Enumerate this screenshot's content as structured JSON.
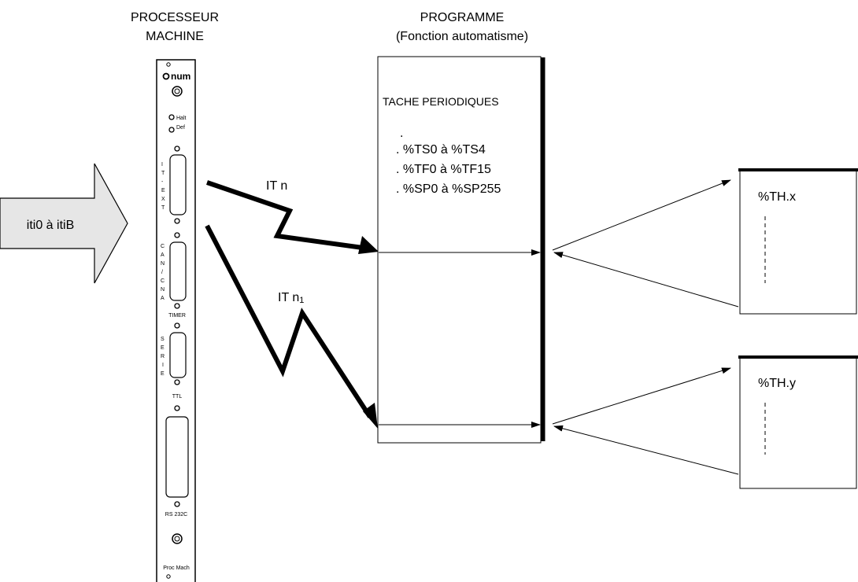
{
  "titles": {
    "processor_line1": "PROCESSEUR",
    "processor_line2": "MACHINE",
    "program_line1": "PROGRAMME",
    "program_line2": "(Fonction automatisme)"
  },
  "input_arrow": {
    "label": "iti0 à itiB",
    "fill_color": "#e6e6e6"
  },
  "card": {
    "brand": "num",
    "led_halt": "Halt",
    "led_def": "Def",
    "port_it_ext": [
      "I",
      "T",
      "-",
      "E",
      "X",
      "T"
    ],
    "port_can_cna": [
      "C",
      "A",
      "N",
      "/",
      "C",
      "N",
      "A"
    ],
    "label_timer": "TIMER",
    "port_serie": [
      "S",
      "E",
      "R",
      "I",
      "E"
    ],
    "label_ttl": "TTL",
    "label_rs232": "RS 232C",
    "label_proc_mach": "Proc Mach"
  },
  "interrupts": {
    "it_n": "IT n",
    "it_n1_main": "IT n",
    "it_n1_sub": "1"
  },
  "program_box": {
    "heading": "TACHE PERIODIQUES",
    "dot": ".",
    "items": [
      ". %TS0 à %TS4",
      ". %TF0 à %TF15",
      ". %SP0 à %SP255"
    ]
  },
  "tasks": {
    "task_x": "%TH.x",
    "task_y": "%TH.y"
  }
}
